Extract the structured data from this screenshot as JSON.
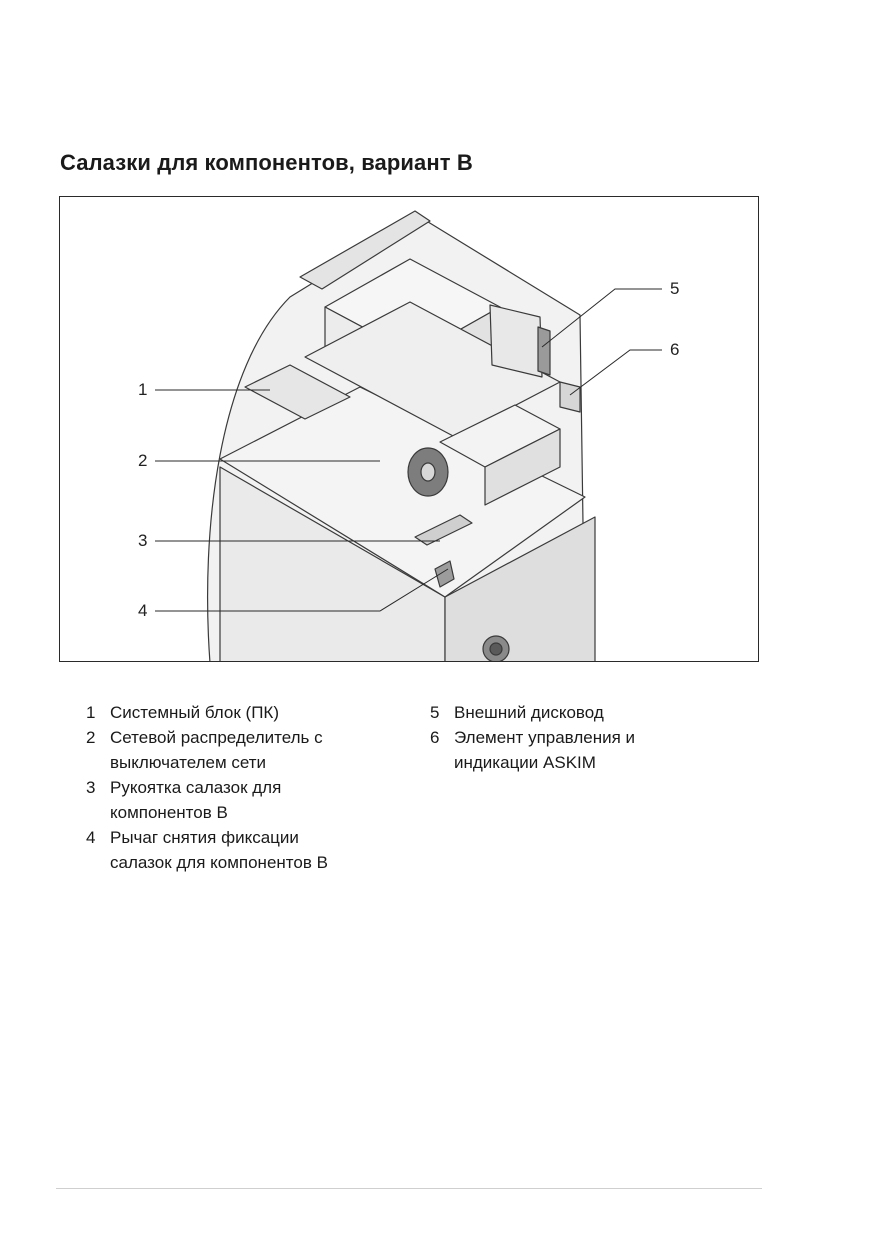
{
  "page": {
    "title": "Салазки для компонентов, вариант B"
  },
  "figure": {
    "callouts": [
      "1",
      "2",
      "3",
      "4",
      "5",
      "6"
    ]
  },
  "legend": {
    "left": [
      {
        "num": "1",
        "text": "Системный блок (ПК)"
      },
      {
        "num": "2",
        "text": "Сетевой распределитель с\nвыключателем сети"
      },
      {
        "num": "3",
        "text": "Рукоятка салазок для\nкомпонентов B"
      },
      {
        "num": "4",
        "text": "Рычаг снятия фиксации\nсалазок для компонентов B"
      }
    ],
    "right": [
      {
        "num": "5",
        "text": "Внешний дисковод"
      },
      {
        "num": "6",
        "text": "Элемент управления и\nиндикации ASKIM"
      }
    ]
  },
  "colors": {
    "line": "#3a3a3a",
    "fill_light": "#ededed",
    "fill_mid": "#d8d8d8",
    "fill_dark": "#8a8a8a"
  }
}
